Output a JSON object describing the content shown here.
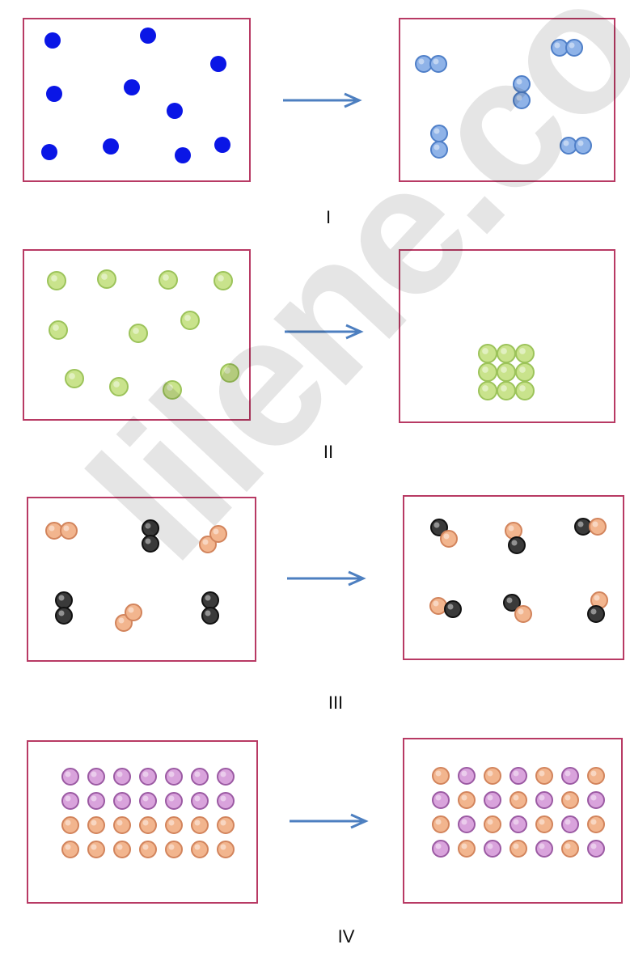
{
  "diagram": {
    "panels": [
      {
        "label": "I"
      },
      {
        "label": "II"
      },
      {
        "label": "III"
      },
      {
        "label": "IV"
      }
    ],
    "colors": {
      "frame": "#b83a64",
      "arrow": "#4d7fc0",
      "blue_solid": "#0a16e6",
      "light_blue": "#8fb3e8",
      "light_blue_edge": "#4f7fc8",
      "green": "#c9e38c",
      "green_edge": "#9cc35a",
      "orange": "#f2b58e",
      "orange_edge": "#d2845c",
      "dark": "#3a3a3a",
      "dark_edge": "#111111",
      "purple": "#d9a3dc",
      "purple_edge": "#9b5aa3"
    }
  },
  "watermark": {
    "text": "lilene.co"
  }
}
